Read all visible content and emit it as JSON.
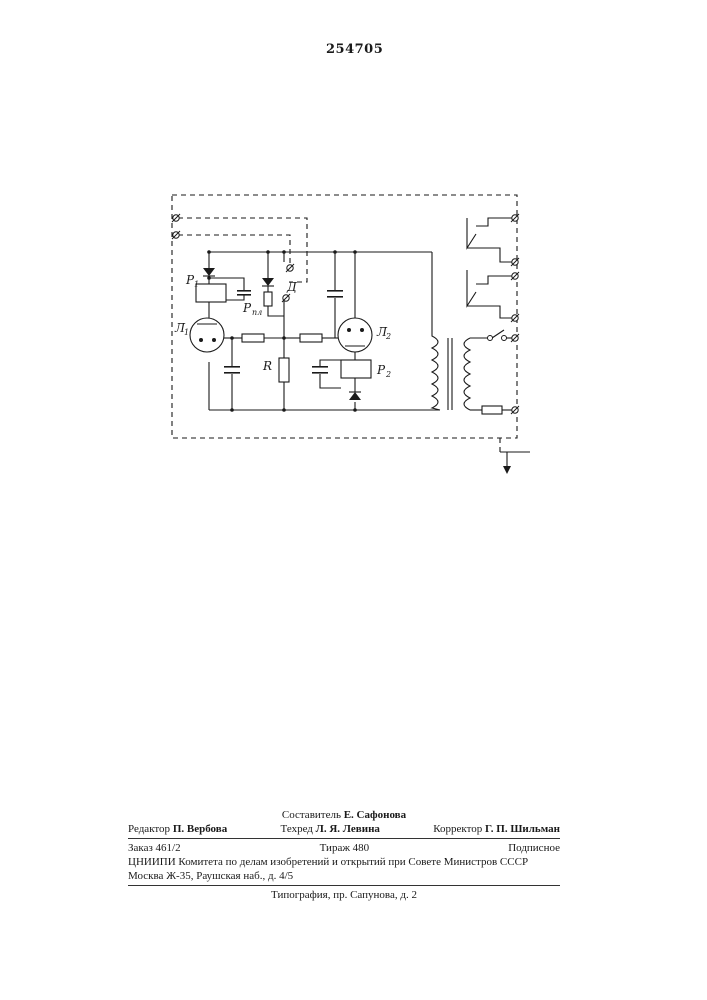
{
  "patent_number": "254705",
  "labels": {
    "P1": "P",
    "P1_sub": "1",
    "Ppl": "P",
    "Ppl_sub": "пл",
    "D": "Д",
    "L1": "Л",
    "L1_sub": "1",
    "L2": "Л",
    "L2_sub": "2",
    "R": "R",
    "P2": "P",
    "P2_sub": "2"
  },
  "colophon": {
    "compiler_label": "Составитель",
    "compiler_name": "Е. Сафонова",
    "editor_label": "Редактор",
    "editor_name": "П. Вербова",
    "techred_label": "Техред",
    "techred_name": "Л. Я. Левина",
    "corrector_label": "Корректор",
    "corrector_name": "Г. П. Шильман",
    "order": "Заказ 461/2",
    "circulation": "Тираж 480",
    "subscription": "Подписное",
    "institute": "ЦНИИПИ Комитета по делам изобретений и открытий при Совете Министров СССР",
    "address": "Москва Ж-35, Раушская наб., д. 4/5",
    "printer": "Типография, пр. Сапунова, д. 2"
  }
}
